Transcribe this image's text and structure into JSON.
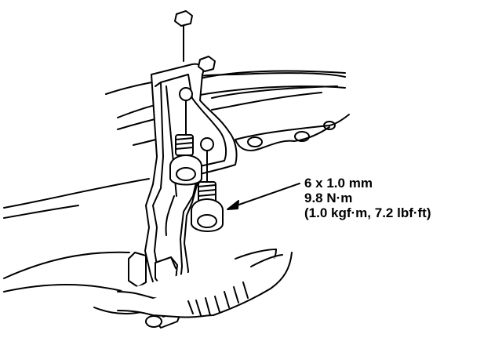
{
  "callout": {
    "size": "6 x 1.0 mm",
    "torque_nm": "9.8 N·m",
    "torque_alt": "(1.0 kgf·m, 7.2 lbf·ft)"
  },
  "colors": {
    "line": "#000000",
    "background": "#ffffff"
  },
  "icons": [
    "bolt-icon",
    "hex-head-icon",
    "leader-arrow-icon"
  ]
}
